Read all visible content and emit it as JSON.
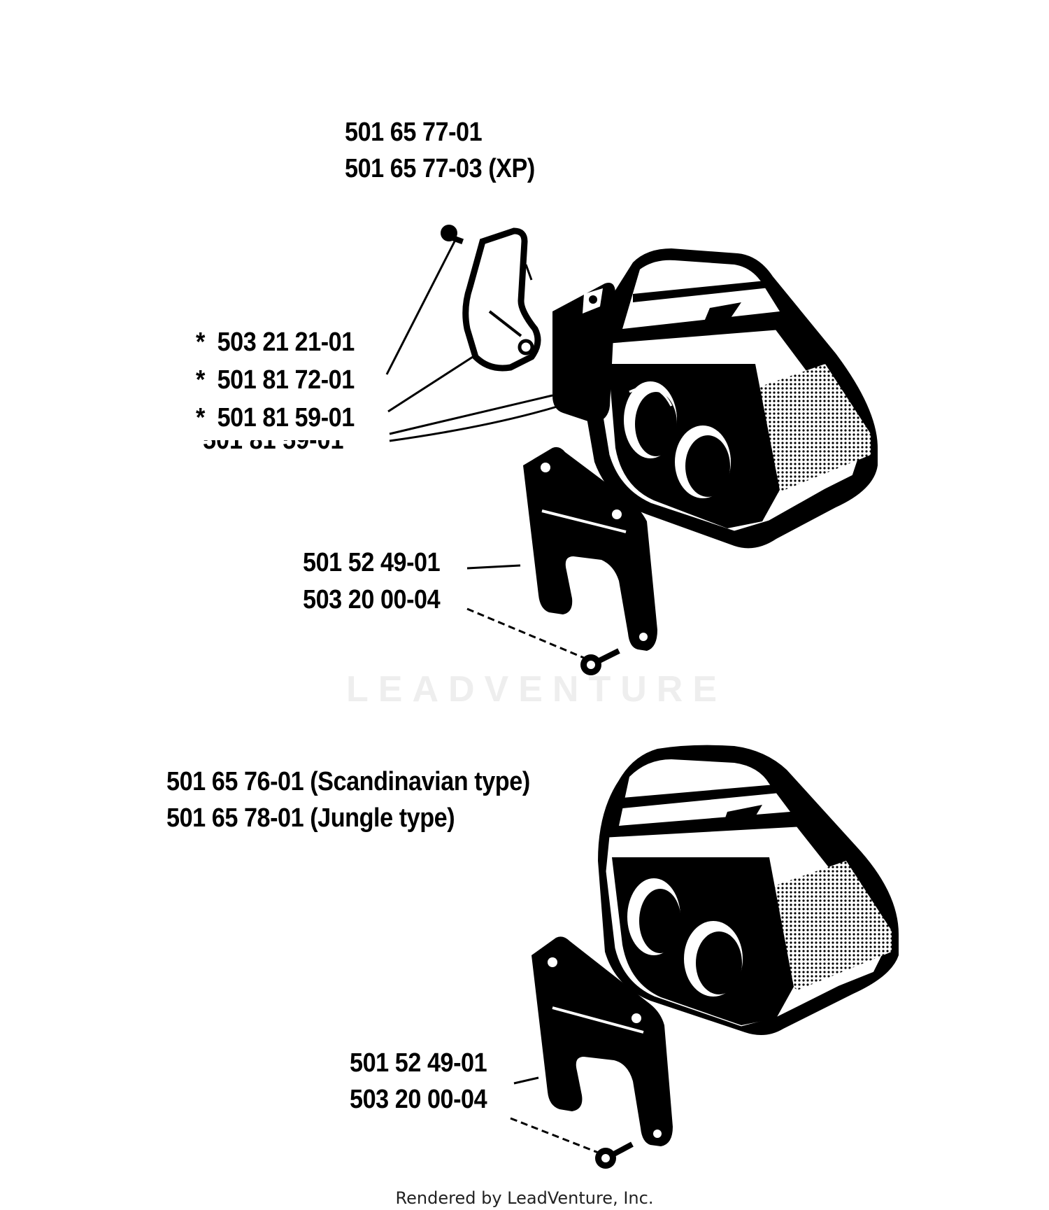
{
  "top_assembly": {
    "title_lines": [
      "501 65 77-01",
      "501 65 77-03 (XP)"
    ],
    "callouts": [
      {
        "marker": "*",
        "part": "503 21 21-01"
      },
      {
        "marker": "*",
        "part": "501 81 72-01"
      },
      {
        "marker": "*",
        "part": "501 81 59-01"
      }
    ],
    "ghost_label": "501 81 59-01",
    "bracket_parts": [
      "501 52 49-01",
      "503 20 00-04"
    ]
  },
  "bottom_assembly": {
    "title_lines": [
      "501 65 76-01 (Scandinavian type)",
      "501 65 78-01 (Jungle type)"
    ],
    "bracket_parts": [
      "501 52 49-01",
      "503 20 00-04"
    ]
  },
  "watermark": "LEADVENTURE",
  "footer": "Rendered by LeadVenture, Inc."
}
